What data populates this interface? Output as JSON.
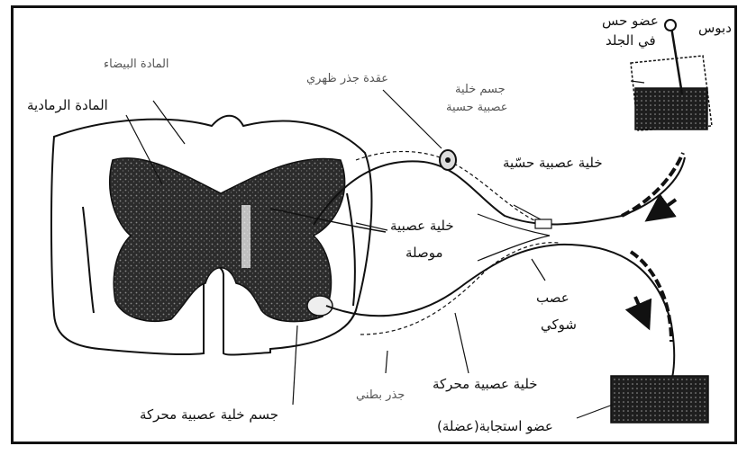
{
  "labels": {
    "pin": "دبوس",
    "sense_organ_l1": "عضو حس",
    "sense_organ_l2": "في الجلد",
    "white_matter": "المادة البيضاء",
    "gray_matter": "المادة الرمادية",
    "dorsal_root_ganglion": "عقدة جذر ظهري",
    "sensory_cell_body_l1": "جسم خلية",
    "sensory_cell_body_l2": "عصبية حسية",
    "sensory_neuron": "خلية عصبية حسّية",
    "interneuron_l1": "خلية عصبية",
    "interneuron_l2": "موصلة",
    "spinal_nerve_l1": "عصب",
    "spinal_nerve_l2": "شوكي",
    "motor_neuron": "خلية عصبية محركة",
    "ventral_root": "جذر بطني",
    "motor_cell_body": "جسم خلية عصبية محركة",
    "effector_organ": "عضو استجابة(عضلة)"
  },
  "colors": {
    "ink": "#111111",
    "gray_matter_fill": "#2b2b2b",
    "background": "#ffffff"
  }
}
